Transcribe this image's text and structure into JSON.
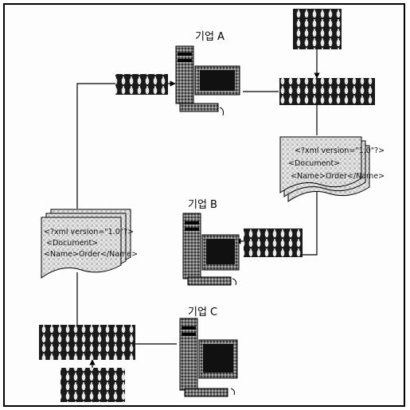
{
  "diagram": {
    "companies": {
      "a": "기업 A",
      "b": "기업 B",
      "c": "기업 C"
    },
    "xml_doc_right": [
      "<?xml version=\"1.0\"?>",
      "<Document>",
      "<Name>Order</Name>"
    ],
    "xml_doc_left": [
      "<?xml version=\"1.0\"?>",
      "<Document>",
      "<Name>Order</Name>"
    ]
  }
}
